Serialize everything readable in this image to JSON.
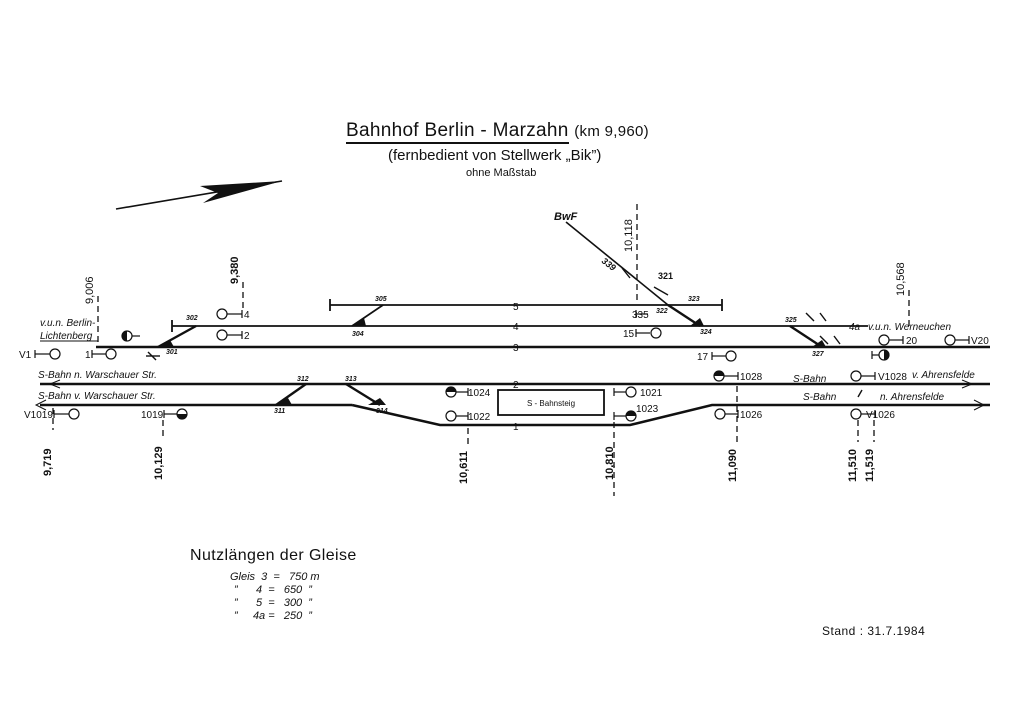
{
  "header": {
    "title": "Bahnhof  Berlin - Marzahn",
    "km": "(km 9,960)",
    "subtitle": "(fernbedient von Stellwerk „Bik”)",
    "scale_note": "ohne  Maßstab"
  },
  "tracks": {
    "t5": "5",
    "t4": "4",
    "t3": "3",
    "t2": "2",
    "t1": "1",
    "t4a": "4a"
  },
  "platform": "S - Bahnsteig",
  "directions": {
    "berlin_1": "v.u.n. Berlin-",
    "berlin_2": "Lichtenberg",
    "werneuchen": "v.u.n. Werneuchen",
    "sbahn_n_warschauer": "S-Bahn  n. Warschauer Str.",
    "sbahn_v_warschauer": "S-Bahn  v. Warschauer Str.",
    "sbahn_label_a": "S-Bahn",
    "v_ahrensfelde": "v. Ahrensfelde",
    "sbahn_label_b": "S-Bahn",
    "n_ahrensfelde": "n. Ahrensfelde",
    "bwf": "BwF"
  },
  "switches": {
    "s301": "301",
    "s302": "302",
    "s304": "304",
    "s305": "305",
    "s311": "311",
    "s312": "312",
    "s313": "313",
    "s314": "314",
    "s321": "321",
    "s322": "322",
    "s323": "323",
    "s324": "324",
    "s325": "325",
    "s327": "327",
    "s339": "339",
    "s335": "335"
  },
  "signals": {
    "v1": "V1",
    "n1": "1",
    "n2": "2",
    "n4": "4",
    "n15": "15",
    "n17": "17",
    "n20": "20",
    "v20": "V20",
    "n1024": "1024",
    "n1022": "1022",
    "n1021": "1021",
    "n1023": "1023",
    "n1028": "1028",
    "v1028": "V1028",
    "n1026": "1026",
    "v1026": "V1026",
    "v1019": "V1019",
    "n1019": "1019"
  },
  "km_marks": {
    "k9006": "9,006",
    "k9380": "9,380",
    "k10118": "10,118",
    "k10568": "10,568",
    "k9719": "9,719",
    "k10129": "10,129",
    "k10611": "10,611",
    "k10810": "10,810",
    "k11090": "11,090",
    "k11510": "11,510",
    "k11519": "11,519"
  },
  "lengths": {
    "title": "Nutzlängen der Gleise",
    "rows": [
      "Gleis  3  =   750 m",
      "”      4  =   650  ”",
      "”      5  =   300  ”",
      "”     4a =   250  ”"
    ]
  },
  "status": "Stand :  31.7.1984"
}
